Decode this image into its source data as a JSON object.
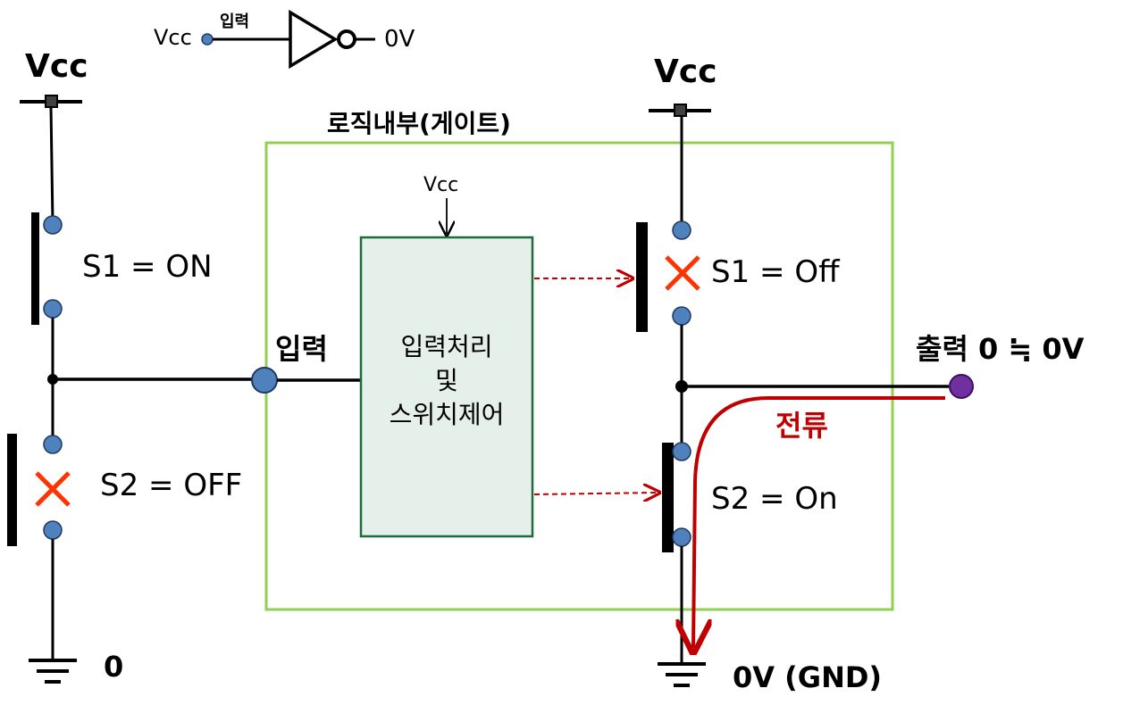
{
  "legend": {
    "vcc": "Vcc",
    "input": "입력",
    "output": "0V"
  },
  "left": {
    "vcc": "Vcc",
    "s1": "S1 = ON",
    "s2": "S2 = OFF",
    "ground": "0"
  },
  "gate": {
    "title": "로직내부(게이트)",
    "input_label": "입력",
    "vcc": "Vcc",
    "block_line1": "입력처리",
    "block_line2": "및",
    "block_line3": "스위치제어"
  },
  "right": {
    "vcc": "Vcc",
    "s1": "S1 = Off",
    "s2": "S2 = On",
    "output": "출력 0 ≒ 0V",
    "current": "전류",
    "ground": "0V (GND)"
  },
  "colors": {
    "gate_border": "#92d050",
    "block_fill": "#e6f0ea",
    "block_border": "#1e6b3c",
    "terminal": "#4f81bd",
    "output_terminal": "#7030a0",
    "cross": "#ff3300",
    "current": "#c00000"
  }
}
